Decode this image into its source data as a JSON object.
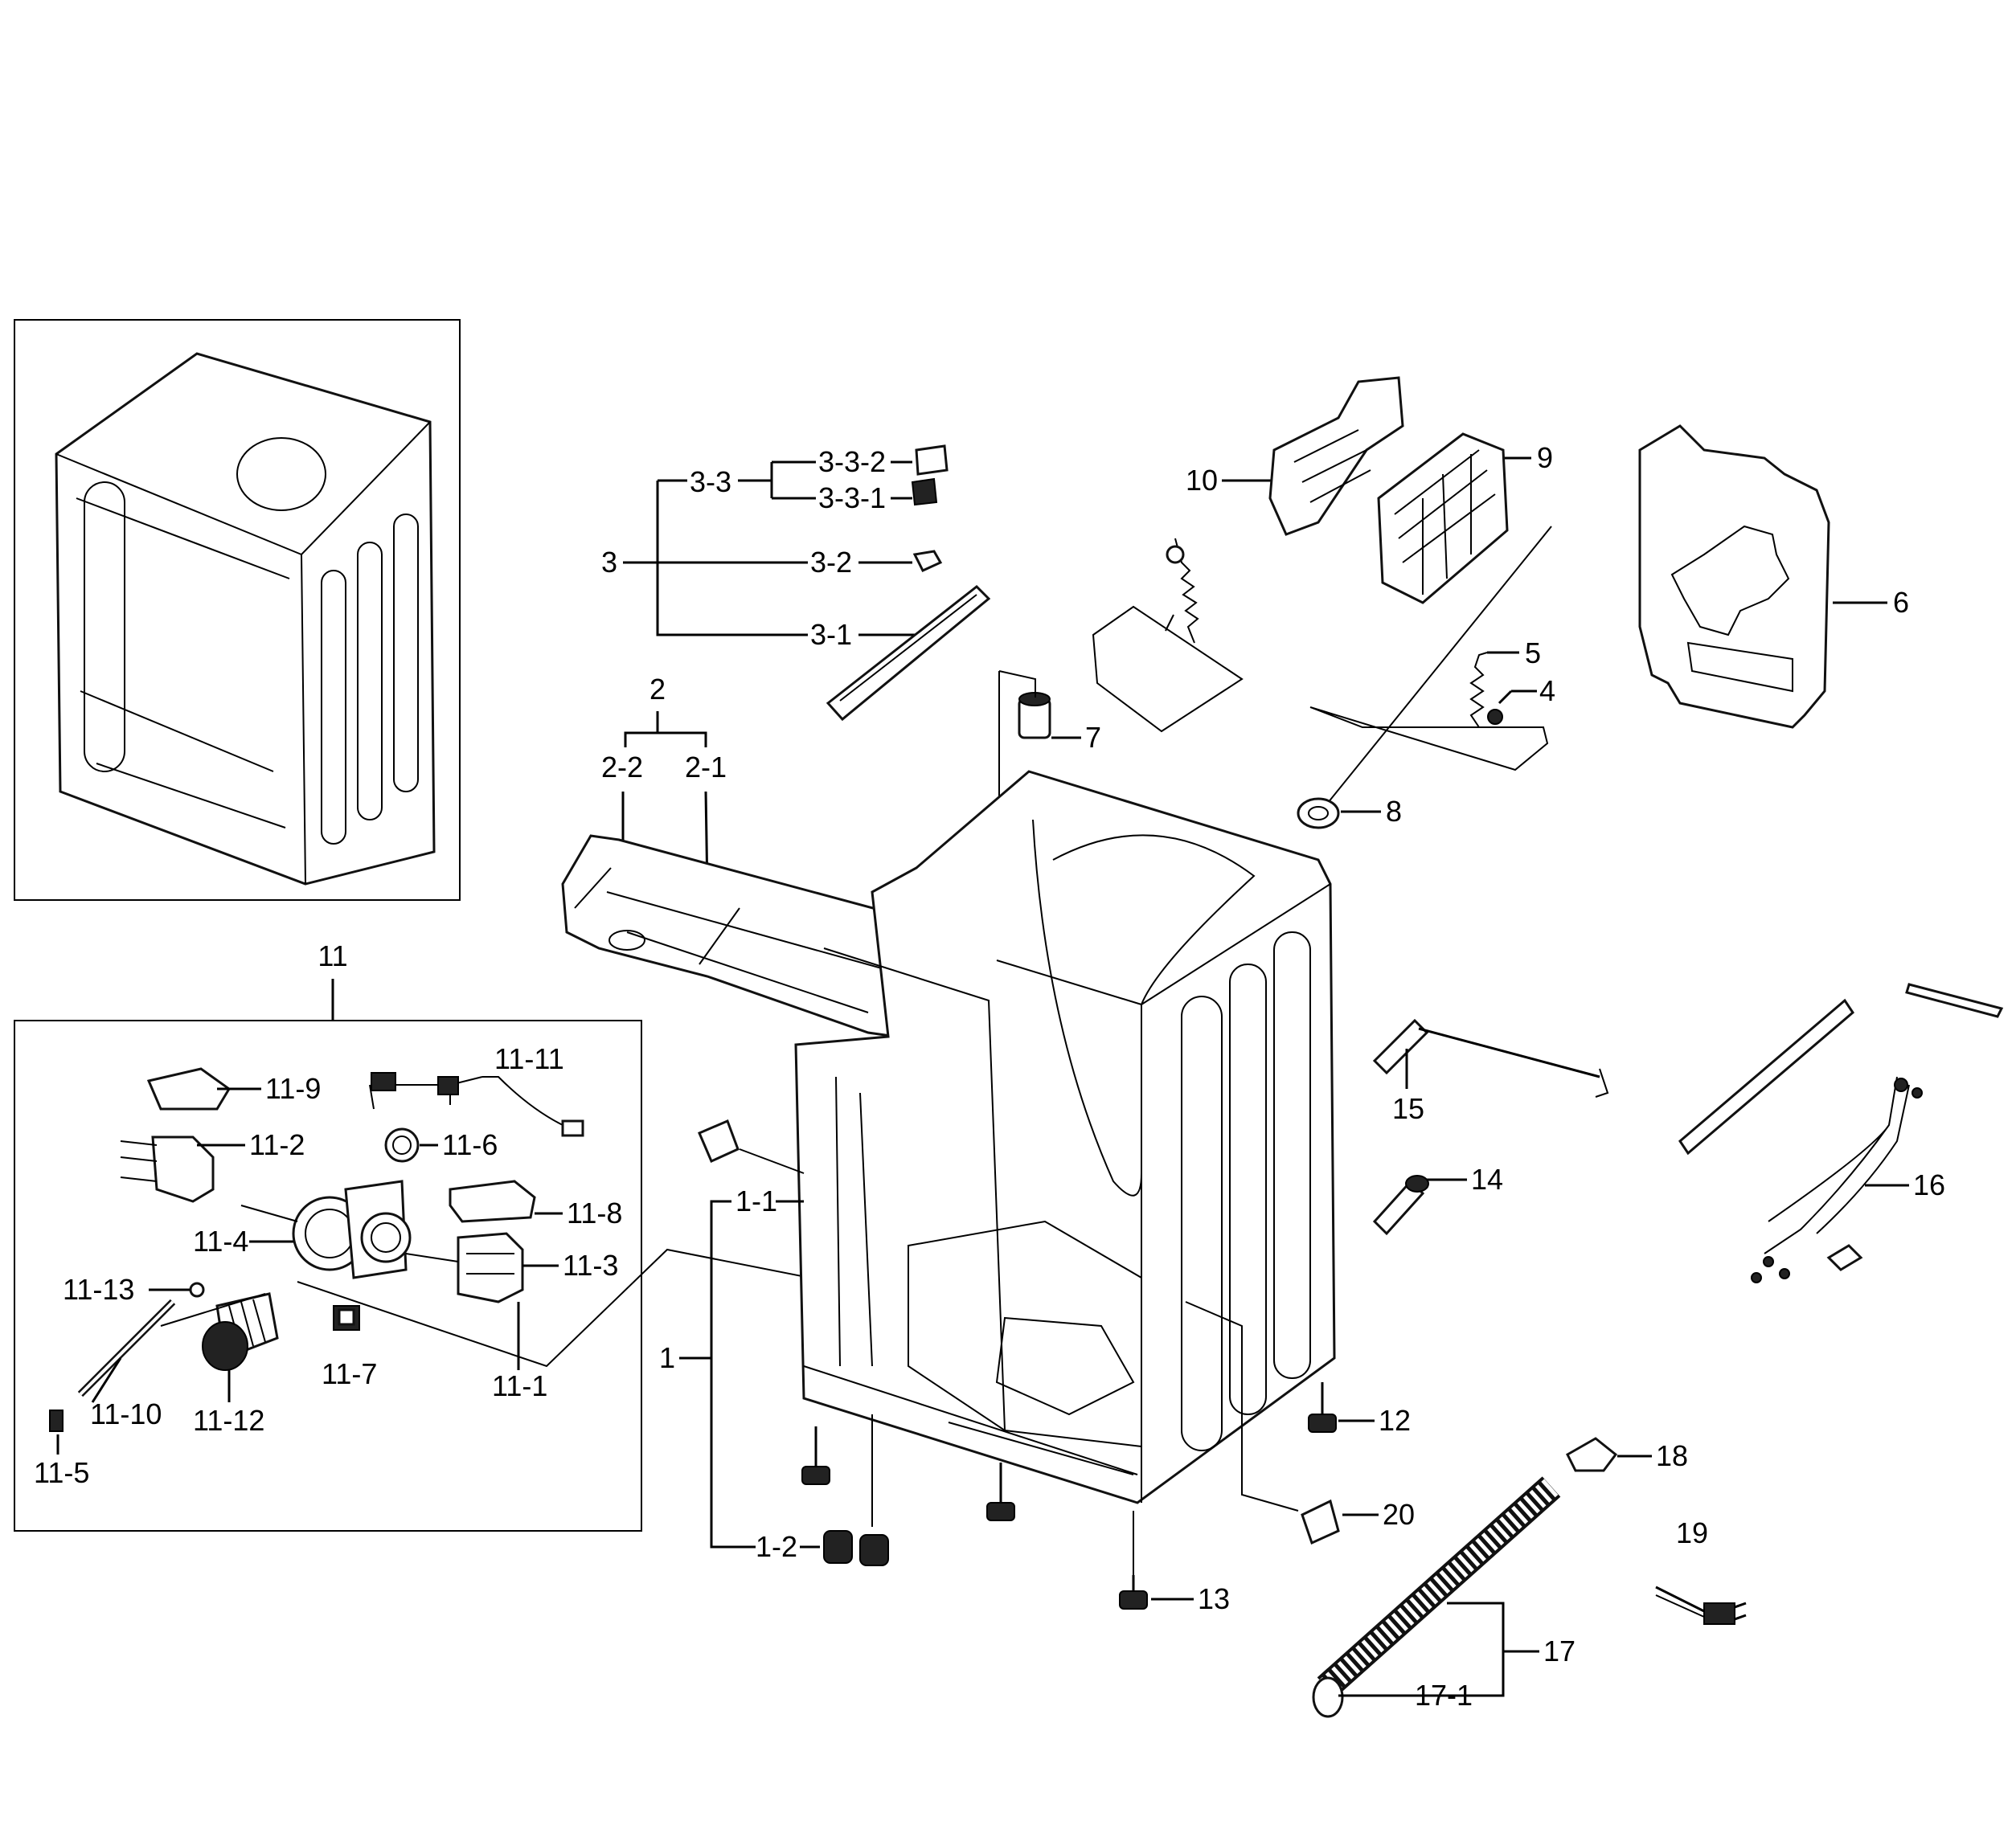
{
  "labels": {
    "l1": "1",
    "l1_1": "1-1",
    "l1_2": "1-2",
    "l2": "2",
    "l2_1": "2-1",
    "l2_2": "2-2",
    "l3": "3",
    "l3_1": "3-1",
    "l3_2": "3-2",
    "l3_3": "3-3",
    "l3_3_1": "3-3-1",
    "l3_3_2": "3-3-2",
    "l4": "4",
    "l5": "5",
    "l6": "6",
    "l7": "7",
    "l8": "8",
    "l9": "9",
    "l10": "10",
    "l11": "11",
    "l11_1": "11-1",
    "l11_2": "11-2",
    "l11_3": "11-3",
    "l11_4": "11-4",
    "l11_5": "11-5",
    "l11_6": "11-6",
    "l11_7": "11-7",
    "l11_8": "11-8",
    "l11_9": "11-9",
    "l11_10": "11-10",
    "l11_11": "11-11",
    "l11_12": "11-12",
    "l11_13": "11-13",
    "l12": "12",
    "l13": "13",
    "l14": "14",
    "l15": "15",
    "l16": "16",
    "l17": "17",
    "l17_1": "17-1",
    "l18": "18",
    "l19": "19",
    "l20": "20"
  }
}
